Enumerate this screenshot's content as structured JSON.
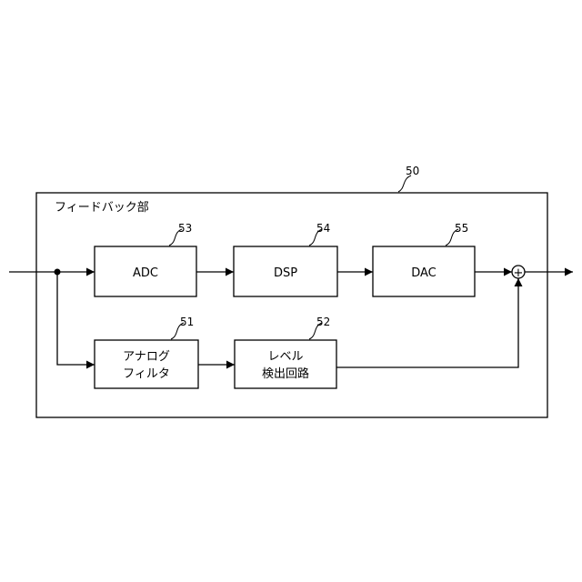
{
  "outer": {
    "ref": "50",
    "title": "フィードバック部"
  },
  "blocks": [
    {
      "id": "adc",
      "ref": "53",
      "lines": [
        "ADC"
      ]
    },
    {
      "id": "dsp",
      "ref": "54",
      "lines": [
        "DSP"
      ]
    },
    {
      "id": "dac",
      "ref": "55",
      "lines": [
        "DAC"
      ]
    },
    {
      "id": "filter",
      "ref": "51",
      "lines": [
        "アナログ",
        "フィルタ"
      ]
    },
    {
      "id": "level",
      "ref": "52",
      "lines": [
        "レベル",
        "検出回路"
      ]
    }
  ],
  "summing_symbol": "+"
}
